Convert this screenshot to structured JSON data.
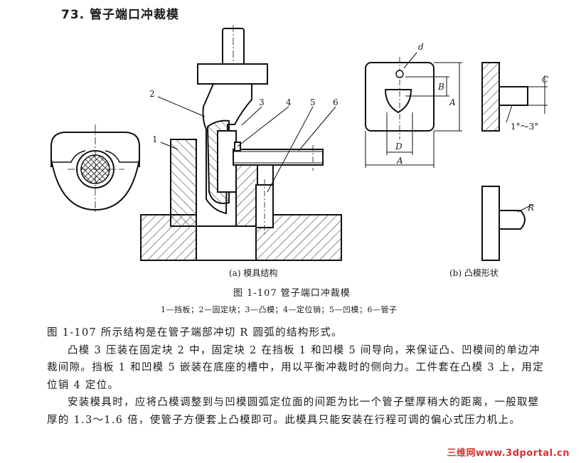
{
  "title": "73. 管子端口冲裁模",
  "figure": {
    "title": "图 1-107    管子端口冲裁模",
    "caption_a": "(a) 模具结构",
    "caption_b": "(b) 凸模形状",
    "legend": "1—挡板；2—固定块；3—凸模；4—定位销；5—凹模；6—管子",
    "part_numbers": [
      "1",
      "2",
      "3",
      "4",
      "5",
      "6"
    ],
    "dim_labels": {
      "d": "d",
      "B": "B",
      "A": "A",
      "C": "C",
      "D": "D",
      "angle": "1°～3°",
      "R": "R"
    }
  },
  "paragraphs": [
    "图 1-107 所示结构是在管子端部冲切 R 圆弧的结构形式。",
    "凸模 3 压装在固定块 2 中，固定块 2 在挡板 1 和凹模 5 间导向，来保证凸、凹模间的单边冲裁间隙。挡板 1 和凹模 5 嵌装在底座的槽中，用以平衡冲裁时的侧向力。工件套在凸模 3 上，用定位销 4 定位。",
    "安装模具时，应将凸模调整到与凹模圆弧定位面的间距为比一个管子壁厚稍大的距离，一般取壁厚的 1.3～1.6 倍，使管子方便套上凸模即可。此模具只能安装在行程可调的偏心式压力机上。"
  ],
  "watermark": "三维网www.3dportal.cn"
}
